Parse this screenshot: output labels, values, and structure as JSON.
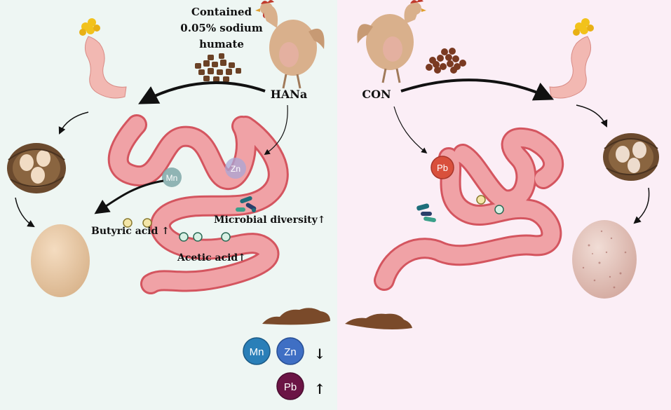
{
  "left_panel": {
    "caption_lines": [
      "Contained",
      "0.05% sodium",
      "humate"
    ],
    "group_label": "HANa",
    "labels": {
      "butyric": "Butyric acid ↑",
      "acetic": "Acetic acid↑",
      "microbial": "Microbial  diversity↑"
    },
    "ions": {
      "mn": "Mn",
      "zn": "Zn"
    }
  },
  "right_panel": {
    "group_label": "CON",
    "ions": {
      "pb": "Pb"
    }
  },
  "legend": {
    "mn": "Mn",
    "zn": "Zn",
    "pb": "Pb",
    "down_arrow": "↓",
    "up_arrow": "↑"
  },
  "colors": {
    "left_bg": "#eef6f3",
    "right_bg": "#fbeef6",
    "intestine": "#f0a2a6",
    "intestine_edge": "#d4555f",
    "mn": "#2a7fb8",
    "zn": "#3f6fc4",
    "pb": "#6b1445",
    "pb_gut": "#d9503c",
    "chicken": "#d9b08c",
    "feed": "#6b4226",
    "egg_left": "#e8c7a0",
    "egg_right": "#e3c4b8"
  }
}
